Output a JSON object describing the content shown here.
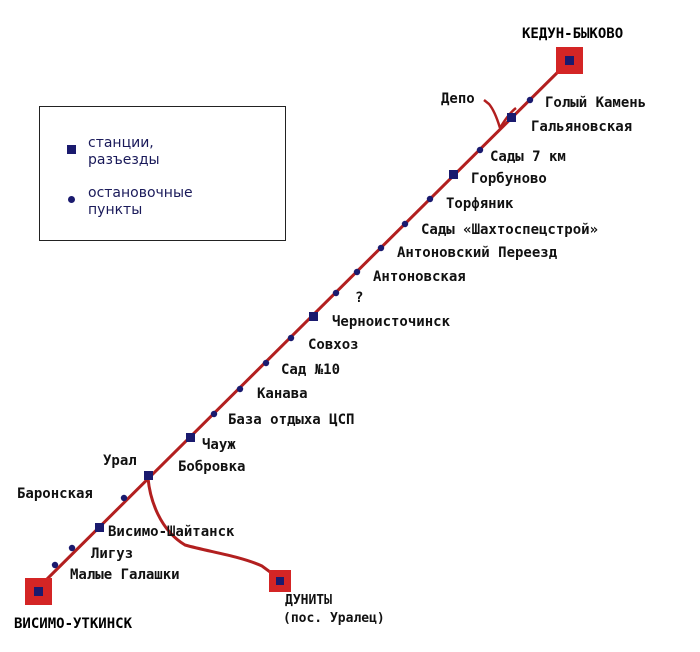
{
  "legend": {
    "stations_label_1": "станции,",
    "stations_label_2": "разъезды",
    "stops_label_1": "остановочные",
    "stops_label_2": "пункты"
  },
  "colors": {
    "line": "#b21f1f",
    "station": "#1a1a6e",
    "terminal_fill": "#d42525",
    "text": "#111111"
  },
  "terminals": {
    "north": "КЕДУН-БЫКОВО",
    "south": "ВИСИМО-УТКИНСК",
    "branch_end": "ДУНИТЫ",
    "branch_end_note": "(пос. Уралец)"
  },
  "points": [
    {
      "name": "Голый Камень",
      "kind": "stop"
    },
    {
      "name": "Гальяновская",
      "kind": "station"
    },
    {
      "name": "Сады 7 км",
      "kind": "stop"
    },
    {
      "name": "Горбуново",
      "kind": "station"
    },
    {
      "name": "Торфяник",
      "kind": "stop"
    },
    {
      "name": "Сады «Шахтоспецстрой»",
      "kind": "stop"
    },
    {
      "name": "Антоновский Переезд",
      "kind": "stop"
    },
    {
      "name": "Антоновская",
      "kind": "stop"
    },
    {
      "name": "?",
      "kind": "stop"
    },
    {
      "name": "Черноисточинск",
      "kind": "station"
    },
    {
      "name": "Совхоз",
      "kind": "stop"
    },
    {
      "name": "Сад №10",
      "kind": "stop"
    },
    {
      "name": "Канава",
      "kind": "stop"
    },
    {
      "name": "База отдыха ЦСП",
      "kind": "stop"
    },
    {
      "name": "Чауж",
      "kind": "station"
    },
    {
      "name": "Урал",
      "kind": "station"
    },
    {
      "name": "Бобровка",
      "kind": "station"
    },
    {
      "name": "Баронская",
      "kind": "stop"
    },
    {
      "name": "Висимо-Шайтанск",
      "kind": "station"
    },
    {
      "name": "Лигуз",
      "kind": "stop"
    },
    {
      "name": "Малые Галашки",
      "kind": "stop"
    }
  ],
  "depot": {
    "name": "Депо"
  }
}
